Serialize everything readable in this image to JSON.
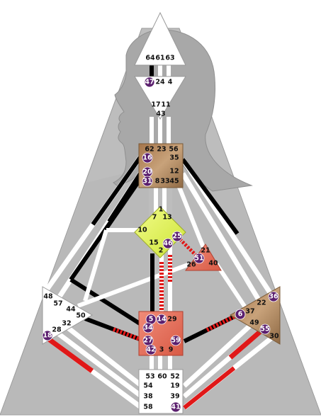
{
  "colors": {
    "background": "#ffffff",
    "body_shade": "#bdbdbd",
    "head_silhouette": "#a8a8a8",
    "channel_open": "#ffffff",
    "channel_black": "#000000",
    "channel_red": "#e01818",
    "activation_circle": "#5b1f6e",
    "center_white": "#ffffff",
    "center_brown": "#b98a5c",
    "center_yellow": "#e4f55a",
    "center_red": "#e8735f"
  },
  "centers": {
    "head": {
      "gates": [
        "64",
        "61",
        "63"
      ]
    },
    "ajna": {
      "gates": [
        "47",
        "24",
        "4",
        "17",
        "11",
        "43"
      ],
      "activated": [
        "47"
      ]
    },
    "throat": {
      "gates": [
        "62",
        "23",
        "56",
        "16",
        "35",
        "20",
        "12",
        "31",
        "8",
        "33",
        "45"
      ],
      "activated": [
        "16",
        "20",
        "31"
      ]
    },
    "g": {
      "gates": [
        "1",
        "7",
        "13",
        "10",
        "15",
        "46",
        "2",
        "25"
      ],
      "activated": [
        "46",
        "25"
      ]
    },
    "heart": {
      "gates": [
        "21",
        "51",
        "26",
        "40"
      ],
      "activated": [
        "51"
      ]
    },
    "spleen": {
      "gates": [
        "48",
        "57",
        "44",
        "50",
        "32",
        "28",
        "18"
      ],
      "activated": [
        "18"
      ]
    },
    "sacral": {
      "gates": [
        "5",
        "14",
        "29",
        "34",
        "27",
        "59",
        "42",
        "3",
        "9"
      ],
      "activated": [
        "5",
        "14",
        "34",
        "27",
        "59",
        "42"
      ]
    },
    "solar_plexus": {
      "gates": [
        "36",
        "22",
        "6",
        "37",
        "49",
        "55",
        "30"
      ],
      "activated": [
        "36",
        "6",
        "55"
      ]
    },
    "root": {
      "gates": [
        "53",
        "60",
        "52",
        "54",
        "19",
        "38",
        "39",
        "58",
        "41"
      ],
      "activated": [
        "41"
      ]
    }
  }
}
